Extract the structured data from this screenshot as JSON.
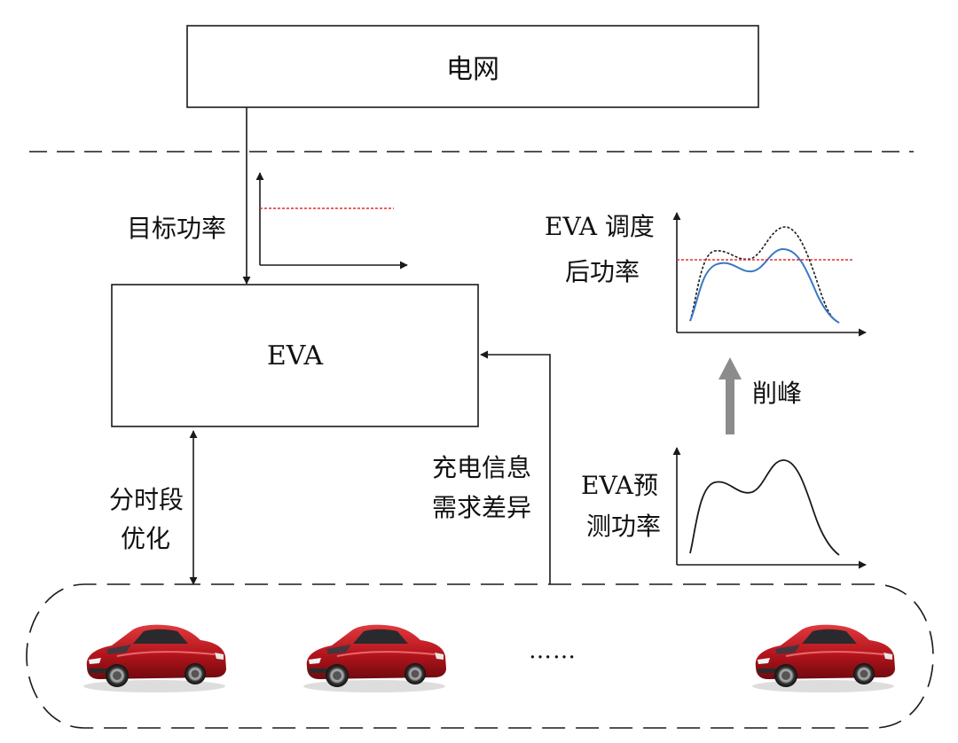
{
  "grid": {
    "label": "电网"
  },
  "eva": {
    "label": "EVA"
  },
  "target_power": {
    "label": "目标功率"
  },
  "time_opt": {
    "line1": "分时段",
    "line2": "优化"
  },
  "charge_info": {
    "line1": "充电信息",
    "line2": "需求差异"
  },
  "predicted": {
    "line1": "EVA预",
    "line2": "测功率"
  },
  "dispatched": {
    "line1": "EVA 调度",
    "line2": "后功率"
  },
  "peak_shaving": {
    "label": "削峰"
  },
  "fleet": {
    "ellipsis": "……"
  },
  "colors": {
    "line": "#1a1a1a",
    "threshold": "#e0302e",
    "curve_after": "#3a78c4",
    "arrow_gray": "#8c8c8c",
    "car_body": "#b3141c"
  }
}
